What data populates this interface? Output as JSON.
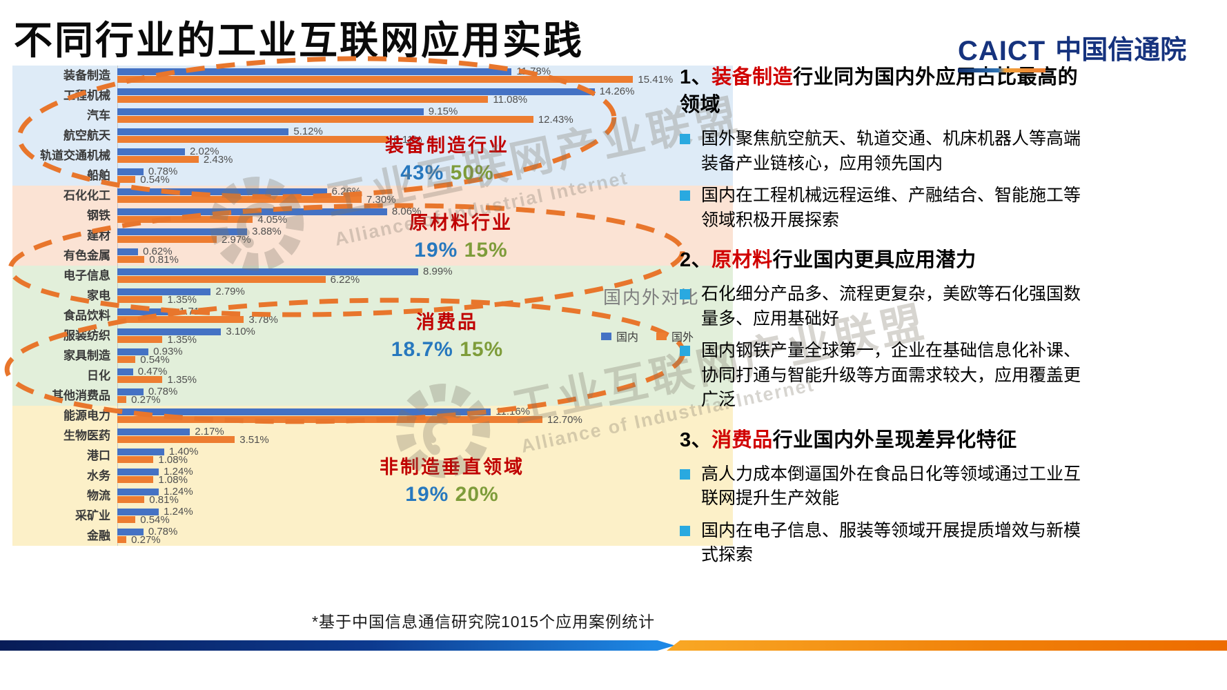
{
  "slide": {
    "title": "不同行业的工业互联网应用实践",
    "footnote": "*基于中国信息通信研究院1015个应用案例统计",
    "logo": {
      "latin": "CAICT",
      "cn": "中国信通院"
    },
    "watermark": {
      "cn": "工业互联网产业联盟",
      "en": "Alliance of Industrial Internet"
    }
  },
  "chart_data": {
    "type": "bar",
    "orientation": "horizontal",
    "unit": "%",
    "overlay_label": "国内外对比",
    "legend": [
      {
        "label": "国内",
        "color": "#4472C4"
      },
      {
        "label": "国外",
        "color": "#ED7D31"
      }
    ],
    "bands": [
      {
        "group": "装备制造行业",
        "color": "#DEEBF7",
        "rows": 6
      },
      {
        "group": "原材料行业",
        "color": "#FBE3D4",
        "rows": 4
      },
      {
        "group": "消费品",
        "color": "#E2EFDA",
        "rows": 7
      },
      {
        "group": "非制造垂直领域",
        "color": "#FCF0C8",
        "rows": 7
      }
    ],
    "rows": [
      {
        "category": "装备制造",
        "domestic": 11.78,
        "foreign": 15.41
      },
      {
        "category": "工程机械",
        "domestic": 14.26,
        "foreign": 11.08
      },
      {
        "category": "汽车",
        "domestic": 9.15,
        "foreign": 12.43
      },
      {
        "category": "航空航天",
        "domestic": 5.12,
        "foreign": 8.11
      },
      {
        "category": "轨道交通机械",
        "domestic": 2.02,
        "foreign": 2.43
      },
      {
        "category": "船舶",
        "domestic": 0.78,
        "foreign": 0.54
      },
      {
        "category": "石化化工",
        "domestic": 6.26,
        "foreign": 7.3
      },
      {
        "category": "钢铁",
        "domestic": 8.06,
        "foreign": 4.05
      },
      {
        "category": "建材",
        "domestic": 3.88,
        "foreign": 2.97
      },
      {
        "category": "有色金属",
        "domestic": 0.62,
        "foreign": 0.81
      },
      {
        "category": "电子信息",
        "domestic": 8.99,
        "foreign": 6.22
      },
      {
        "category": "家电",
        "domestic": 2.79,
        "foreign": 1.35
      },
      {
        "category": "食品饮料",
        "domestic": 1.71,
        "foreign": 3.78
      },
      {
        "category": "服装纺织",
        "domestic": 3.1,
        "foreign": 1.35
      },
      {
        "category": "家具制造",
        "domestic": 0.93,
        "foreign": 0.54
      },
      {
        "category": "日化",
        "domestic": 0.47,
        "foreign": 1.35
      },
      {
        "category": "其他消费品",
        "domestic": 0.78,
        "foreign": 0.27
      },
      {
        "category": "能源电力",
        "domestic": 11.16,
        "foreign": 12.7
      },
      {
        "category": "生物医药",
        "domestic": 2.17,
        "foreign": 3.51
      },
      {
        "category": "港口",
        "domestic": 1.4,
        "foreign": 1.08
      },
      {
        "category": "水务",
        "domestic": 1.24,
        "foreign": 1.08
      },
      {
        "category": "物流",
        "domestic": 1.24,
        "foreign": 0.81
      },
      {
        "category": "采矿业",
        "domestic": 1.24,
        "foreign": 0.54
      },
      {
        "category": "金融",
        "domestic": 0.78,
        "foreign": 0.27
      }
    ],
    "annotations": [
      {
        "label": "装备制造行业",
        "domestic": "43%",
        "foreign": "50%"
      },
      {
        "label": "原材料行业",
        "domestic": "19%",
        "foreign": "15%"
      },
      {
        "label": "消费品",
        "domestic": "18.7%",
        "foreign": "15%"
      },
      {
        "label": "非制造垂直领域",
        "domestic": "19%",
        "foreign": "20%"
      }
    ]
  },
  "panel": {
    "sections": [
      {
        "num": "1、",
        "highlight": "装备制造",
        "rest": "行业同为国内外应用占比最高的领域",
        "bullets": [
          "国外聚焦航空航天、轨道交通、机床机器人等高端装备产业链核心，应用领先国内",
          "国内在工程机械远程运维、产融结合、智能施工等领域积极开展探索"
        ]
      },
      {
        "num": "2、",
        "highlight": "原材料",
        "rest": "行业国内更具应用潜力",
        "bullets": [
          "石化细分产品多、流程更复杂，美欧等石化强国数量多、应用基础好",
          "国内钢铁产量全球第一，企业在基础信息化补课、协同打通与智能升级等方面需求较大，应用覆盖更广泛"
        ]
      },
      {
        "num": "3、",
        "highlight": "消费品",
        "rest": "行业国内外呈现差异化特征",
        "bullets": [
          "高人力成本倒逼国外在食品日化等领域通过工业互联网提升生产效能",
          "国内在电子信息、服装等领域开展提质增效与新模式探索"
        ]
      }
    ]
  }
}
